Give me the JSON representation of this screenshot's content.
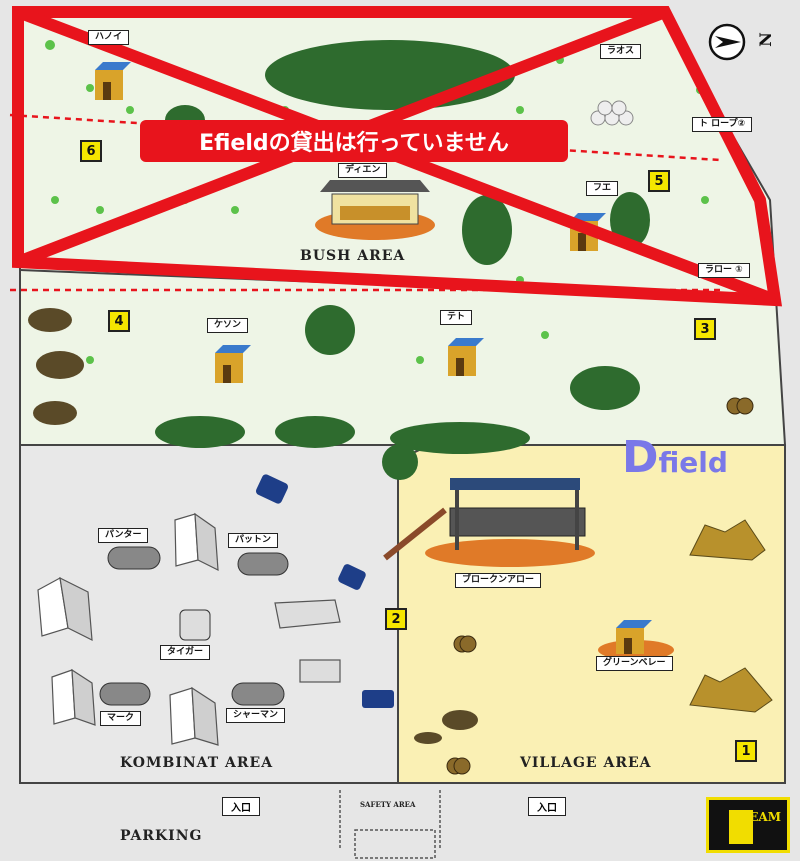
{
  "banner": {
    "text": "Efieldの貸出は行っていません"
  },
  "field_title": {
    "letter": "D",
    "rest": "field"
  },
  "compass": {
    "letter": "N"
  },
  "areas": {
    "bush": "BUSH AREA",
    "kombinat": "KOMBINAT AREA",
    "village": "VILLAGE AREA",
    "parking": "PARKING",
    "safety": "SAFETY AREA"
  },
  "entrances": {
    "left": "入口",
    "right": "入口"
  },
  "team_logo": {
    "text": "EAM"
  },
  "spots": {
    "hanoi": "ハノイ",
    "laos": "ラオス",
    "rope2": "ト ロープ②",
    "fue": "フエ",
    "rope1": "ラロー ①",
    "keson": "ケソン",
    "teto": "テト",
    "panther": "パンター",
    "patton": "パットン",
    "tiger": "タイガー",
    "mark": "マーク",
    "sherman": "シャーマン",
    "broken_arrow": "ブロークンアロー",
    "green_beret": "グリーンベレー",
    "dien": "ディエン"
  },
  "spawn_numbers": [
    "1",
    "2",
    "3",
    "4",
    "5",
    "6"
  ],
  "colors": {
    "bush": "#eef5e6",
    "kombinat": "#e8e8e8",
    "village": "#faf0b4",
    "bush_tree": "#2e6b2e",
    "banner_red": "#e8141c",
    "dfield_blue": "#7a78e8"
  }
}
